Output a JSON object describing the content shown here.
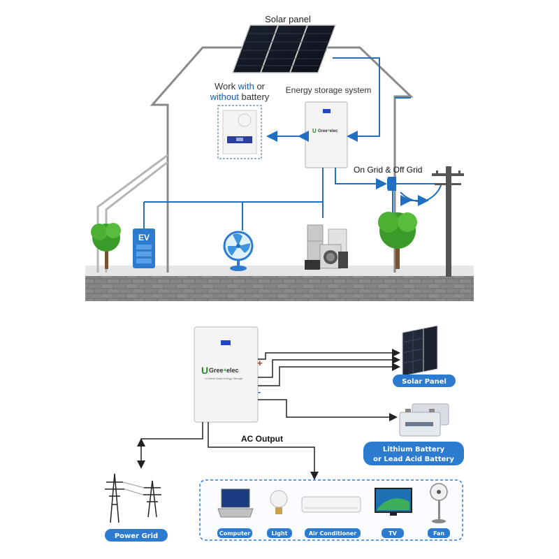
{
  "top": {
    "solar_panel_label": "Solar panel",
    "work_with_prefix": "Work ",
    "work_with_accent": "with",
    "work_with_suffix": " or",
    "without_accent": "without",
    "battery_suffix": " battery",
    "ess_label": "Energy storage system",
    "grid_label": "On Grid & Off Grid",
    "ev_label": "EV",
    "brand_u": "U",
    "brand_rest": "Gree",
    "brand_tail": "elec"
  },
  "bottom": {
    "brand_u": "U",
    "brand_rest": "Gree",
    "brand_tail": "elec",
    "brand_tagline": "Li-Home Solar Energy Storage",
    "plus_sign": "+",
    "minus_sign": "-",
    "ac_output_label": "AC Output",
    "solar_panel_pill": "Solar Panel",
    "battery_pill_line1": "Lithium Battery",
    "battery_pill_line2": "or Lead Acid Battery",
    "power_grid_pill": "Power Grid",
    "appliances": [
      "Computer",
      "Light",
      "Air Conditioner",
      "TV",
      "Fan"
    ]
  },
  "colors": {
    "wire_blue": "#1f6fc2",
    "house_gray": "#888888",
    "pill_blue": "#2c7bcf",
    "accent_blue": "#1a5fb4",
    "wall_gray": "#7d7d7d",
    "ground": "#e8e8e8"
  }
}
